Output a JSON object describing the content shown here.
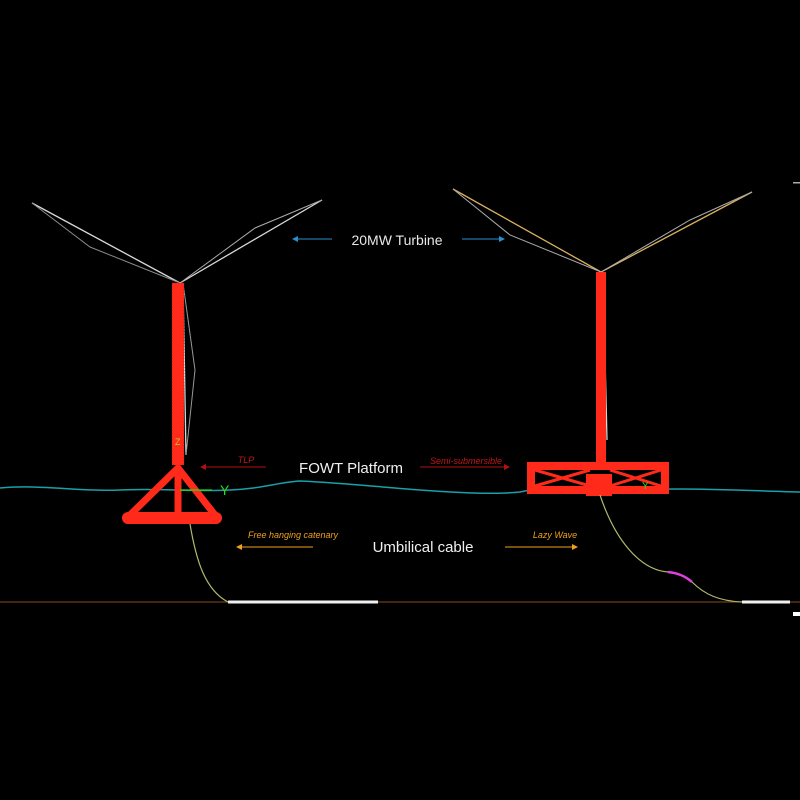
{
  "labels": {
    "turbine": "20MW Turbine",
    "platform": "FOWT Platform",
    "platform_left": "TLP",
    "platform_right": "Semi-submersible",
    "cable": "Umbilical cable",
    "cable_left": "Free hanging catenary",
    "cable_right": "Lazy Wave",
    "axis_y_left": "Y",
    "axis_z_left": "Z",
    "axis_y_right": "Y"
  },
  "colors": {
    "background": "#000000",
    "structure": "#ff2a1a",
    "blade": "#d8d8d8",
    "water": "#1aa0a8",
    "seabed": "#8a4a1a",
    "turbine_arrow": "#2a8fd0",
    "platform_arrow": "#b01010",
    "cable_arrow": "#f0a020",
    "axis": "#20e020",
    "buoyancy": "#e040e0"
  }
}
